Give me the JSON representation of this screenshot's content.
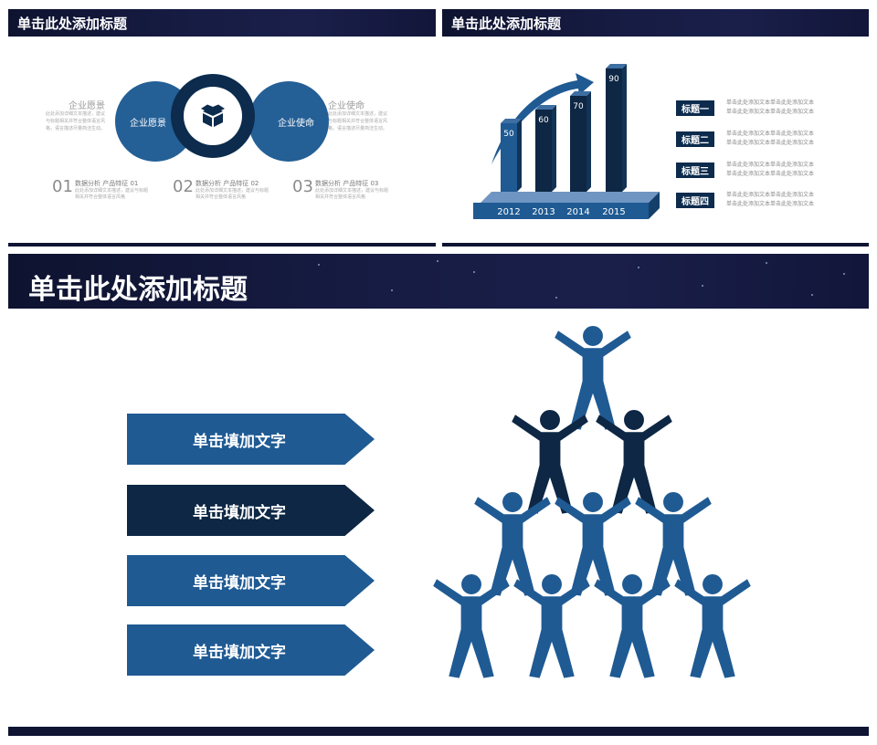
{
  "slide1": {
    "title": "单击此处添加标题",
    "left_circle_label": "企业愿景",
    "right_circle_label": "企业使命",
    "left_side": {
      "title": "企业愿景",
      "text": "此处添加详细文本描述，建议与标题相关并符合整体语言风格，语言描述尽量简洁生动。"
    },
    "right_side": {
      "title": "企业使命",
      "text": "此处添加详细文本描述，建议与标题相关并符合整体语言风格，语言描述尽量简洁生动。"
    },
    "center_icon": "box-icon",
    "steps": [
      {
        "num": "01",
        "title": "数据分析 产品特征 01",
        "text": "此处添加详细文本描述，建议与标题相关并符合整体语言风格"
      },
      {
        "num": "02",
        "title": "数据分析 产品特征 02",
        "text": "此处添加详细文本描述，建议与标题相关并符合整体语言风格"
      },
      {
        "num": "03",
        "title": "数据分析 产品特征 03",
        "text": "此处添加详细文本描述，建议与标题相关并符合整体语言风格"
      }
    ]
  },
  "slide2": {
    "title": "单击此处添加标题",
    "chart_data": {
      "type": "bar",
      "categories": [
        "2012",
        "2013",
        "2014",
        "2015"
      ],
      "values": [
        50,
        60,
        70,
        90
      ],
      "ylim": [
        0,
        90
      ]
    },
    "tags": [
      {
        "label": "标题一",
        "line1": "单击此处添加文本单击此处添加文本",
        "line2": "单击此处添加文本单击此处添加文本"
      },
      {
        "label": "标题二",
        "line1": "单击此处添加文本单击此处添加文本",
        "line2": "单击此处添加文本单击此处添加文本"
      },
      {
        "label": "标题三",
        "line1": "单击此处添加文本单击此处添加文本",
        "line2": "单击此处添加文本单击此处添加文本"
      },
      {
        "label": "标题四",
        "line1": "单击此处添加文本单击此处添加文本",
        "line2": "单击此处添加文本单击此处添加文本"
      }
    ]
  },
  "slide3": {
    "title": "单击此处添加标题",
    "arrows": [
      {
        "label": "单击填加文字",
        "color": "#1f5a93"
      },
      {
        "label": "单击填加文字",
        "color": "#0d2744"
      },
      {
        "label": "单击填加文字",
        "color": "#1f5a93"
      },
      {
        "label": "单击填加文字",
        "color": "#1f5a93"
      }
    ],
    "pyramid_icon": "people-pyramid-icon"
  },
  "colors": {
    "primary": "#1f5a93",
    "dark": "#0d2744",
    "header": "#141a42"
  }
}
